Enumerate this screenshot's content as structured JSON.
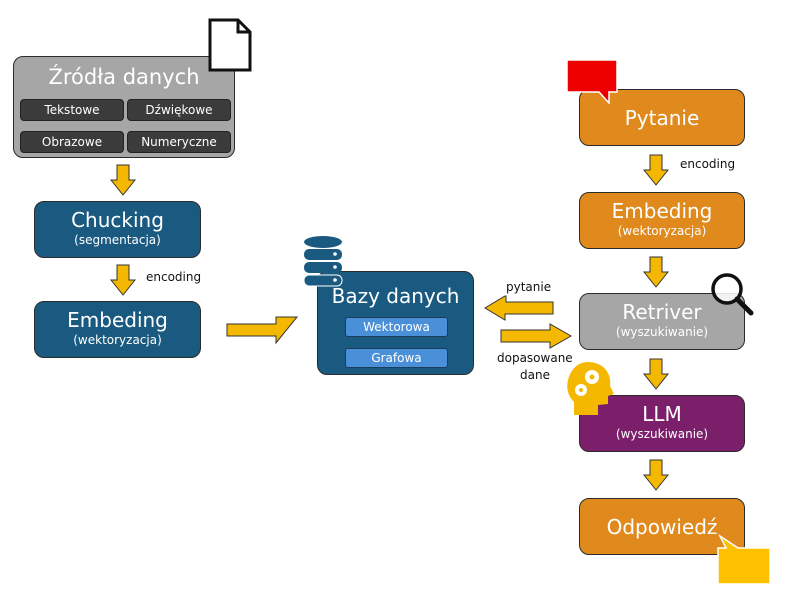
{
  "left": {
    "sources": {
      "title": "Źródła danych",
      "items": [
        "Tekstowe",
        "Dźwiękowe",
        "Obrazowe",
        "Numeryczne"
      ]
    },
    "chucking": {
      "title": "Chucking",
      "subtitle": "(segmentacja)"
    },
    "encoding_label": "encoding",
    "embeding": {
      "title": "Embeding",
      "subtitle": "(wektoryzacja)"
    }
  },
  "center": {
    "database": {
      "title": "Bazy danych",
      "items": [
        "Wektorowa",
        "Grafowa"
      ]
    },
    "arrow_labels": {
      "query": "pytanie",
      "matched_line1": "dopasowane",
      "matched_line2": "dane"
    }
  },
  "right": {
    "question": {
      "title": "Pytanie"
    },
    "encoding_label": "encoding",
    "embeding": {
      "title": "Embeding",
      "subtitle": "(wektoryzacja)"
    },
    "retriever": {
      "title": "Retriver",
      "subtitle": "(wyszukiwanie)"
    },
    "llm": {
      "title": "LLM",
      "subtitle": "(wyszukiwanie)"
    },
    "answer": {
      "title": "Odpowiedź"
    }
  },
  "colors": {
    "arrow": "#f5b800",
    "blue": "#1b5a80",
    "orange": "#e08a1e",
    "grey": "#a6a6a6",
    "purple": "#7b1f6a",
    "question_bubble": "#ee0000",
    "answer_bubble": "#ffc000"
  }
}
